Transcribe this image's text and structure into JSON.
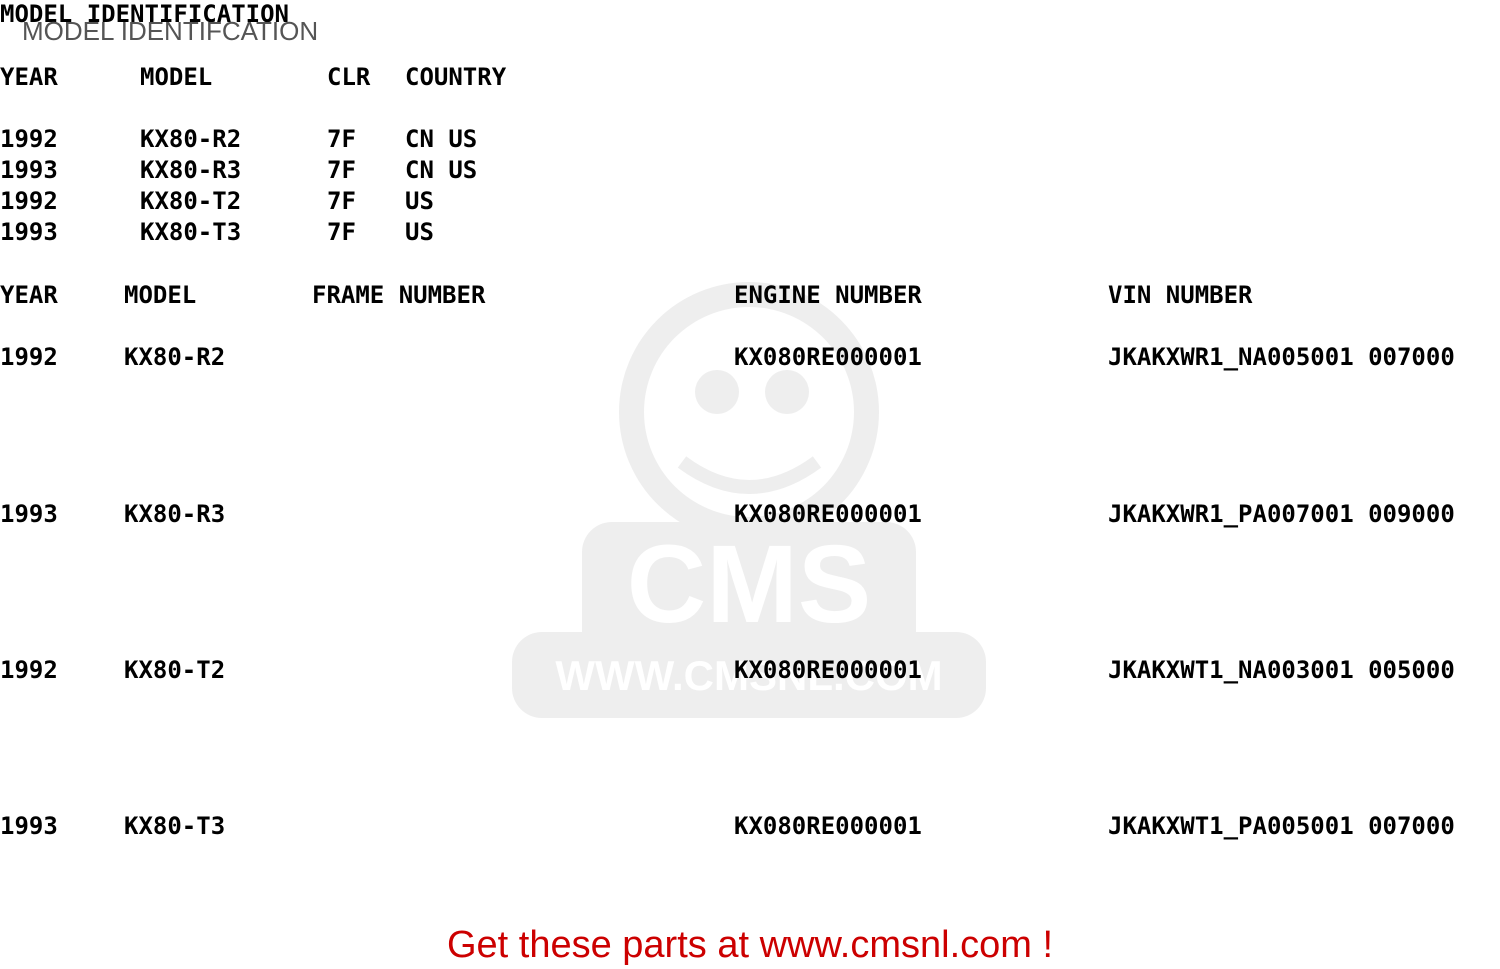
{
  "doc_title": "MODEL IDENTIFICATION",
  "overlay_title": "MODEL IDENTIFCATION",
  "table1": {
    "headers": [
      "YEAR",
      "MODEL",
      "CLR",
      "COUNTRY"
    ],
    "rows": [
      [
        "1992",
        "KX80-R2",
        "7F",
        "CN US"
      ],
      [
        "1993",
        "KX80-R3",
        "7F",
        "CN US"
      ],
      [
        "1992",
        "KX80-T2",
        "7F",
        "US"
      ],
      [
        "1993",
        "KX80-T3",
        "7F",
        "US"
      ]
    ]
  },
  "table2": {
    "headers": [
      "YEAR",
      "MODEL",
      "FRAME NUMBER",
      "ENGINE NUMBER",
      "VIN NUMBER"
    ],
    "rows": [
      [
        "1992",
        "KX80-R2",
        "",
        "KX080RE000001",
        "JKAKXWR1_NA005001 007000"
      ],
      [
        "1993",
        "KX80-R3",
        "",
        "KX080RE000001",
        "JKAKXWR1_PA007001 009000"
      ],
      [
        "1992",
        "KX80-T2",
        "",
        "KX080RE000001",
        "JKAKXWT1_NA003001 005000"
      ],
      [
        "1993",
        "KX80-T3",
        "",
        "KX080RE000001",
        "JKAKXWT1_PA005001 007000"
      ]
    ]
  },
  "watermark": {
    "logo_text": "CMS",
    "url_text": "WWW.CMSNL.COM"
  },
  "footer_text": "Get these parts at www.cmsnl.com !"
}
